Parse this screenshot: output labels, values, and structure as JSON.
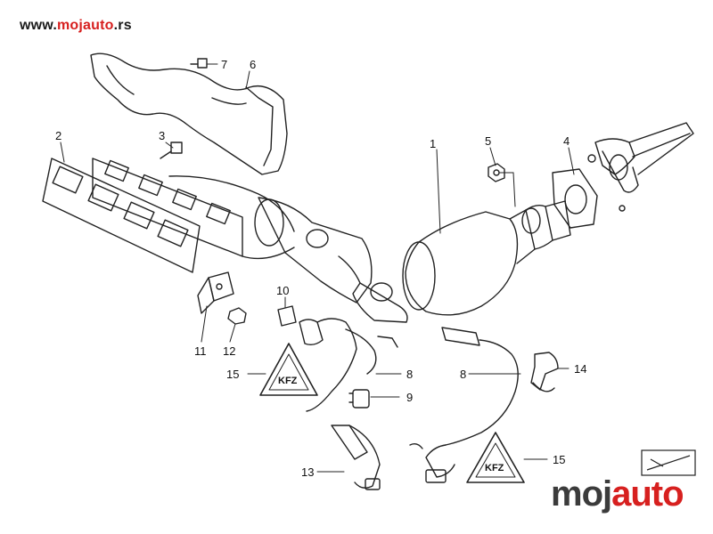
{
  "site": {
    "url_prefix": "www.",
    "url_brand_a": "mojauto",
    "url_suffix": ".rs"
  },
  "labels": [
    {
      "id": "1",
      "text": "1"
    },
    {
      "id": "2",
      "text": "2"
    },
    {
      "id": "3",
      "text": "3"
    },
    {
      "id": "4",
      "text": "4"
    },
    {
      "id": "5",
      "text": "5"
    },
    {
      "id": "6",
      "text": "6"
    },
    {
      "id": "7",
      "text": "7"
    },
    {
      "id": "8a",
      "text": "8"
    },
    {
      "id": "8b",
      "text": "8"
    },
    {
      "id": "9",
      "text": "9"
    },
    {
      "id": "10",
      "text": "10"
    },
    {
      "id": "11",
      "text": "11"
    },
    {
      "id": "12",
      "text": "12"
    },
    {
      "id": "13",
      "text": "13"
    },
    {
      "id": "14",
      "text": "14"
    },
    {
      "id": "15a",
      "text": "15"
    },
    {
      "id": "15b",
      "text": "15"
    }
  ],
  "warning_triangles": [
    {
      "id": "left",
      "text": "KFZ"
    },
    {
      "id": "right",
      "text": "KFZ"
    }
  ],
  "watermark": {
    "logo_left": "moj",
    "logo_accent": "auto"
  },
  "colors": {
    "line": "#222222",
    "accent": "#d7201f",
    "logo_gray": "#3b3b3b"
  }
}
